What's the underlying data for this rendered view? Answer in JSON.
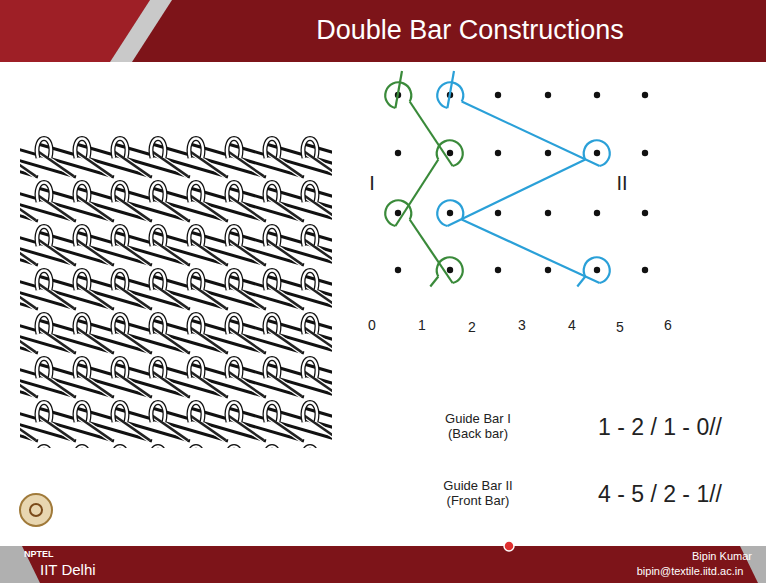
{
  "diagram": {
    "title": "Double Bar Constructions",
    "labels": [
      "I",
      "II",
      "0",
      "1",
      "2",
      "3",
      "4",
      "5",
      "6",
      "Guide Bar I (Back bar)",
      "1 - 2 / 1 - 0//",
      "Guide Bar II (Front Bar)",
      "4 - 5 / 2 - 1//",
      "NPTEL",
      "IIT Delhi",
      "Bipin Kumar",
      "bipin@textile.iitd.ac.in"
    ]
  }
}
